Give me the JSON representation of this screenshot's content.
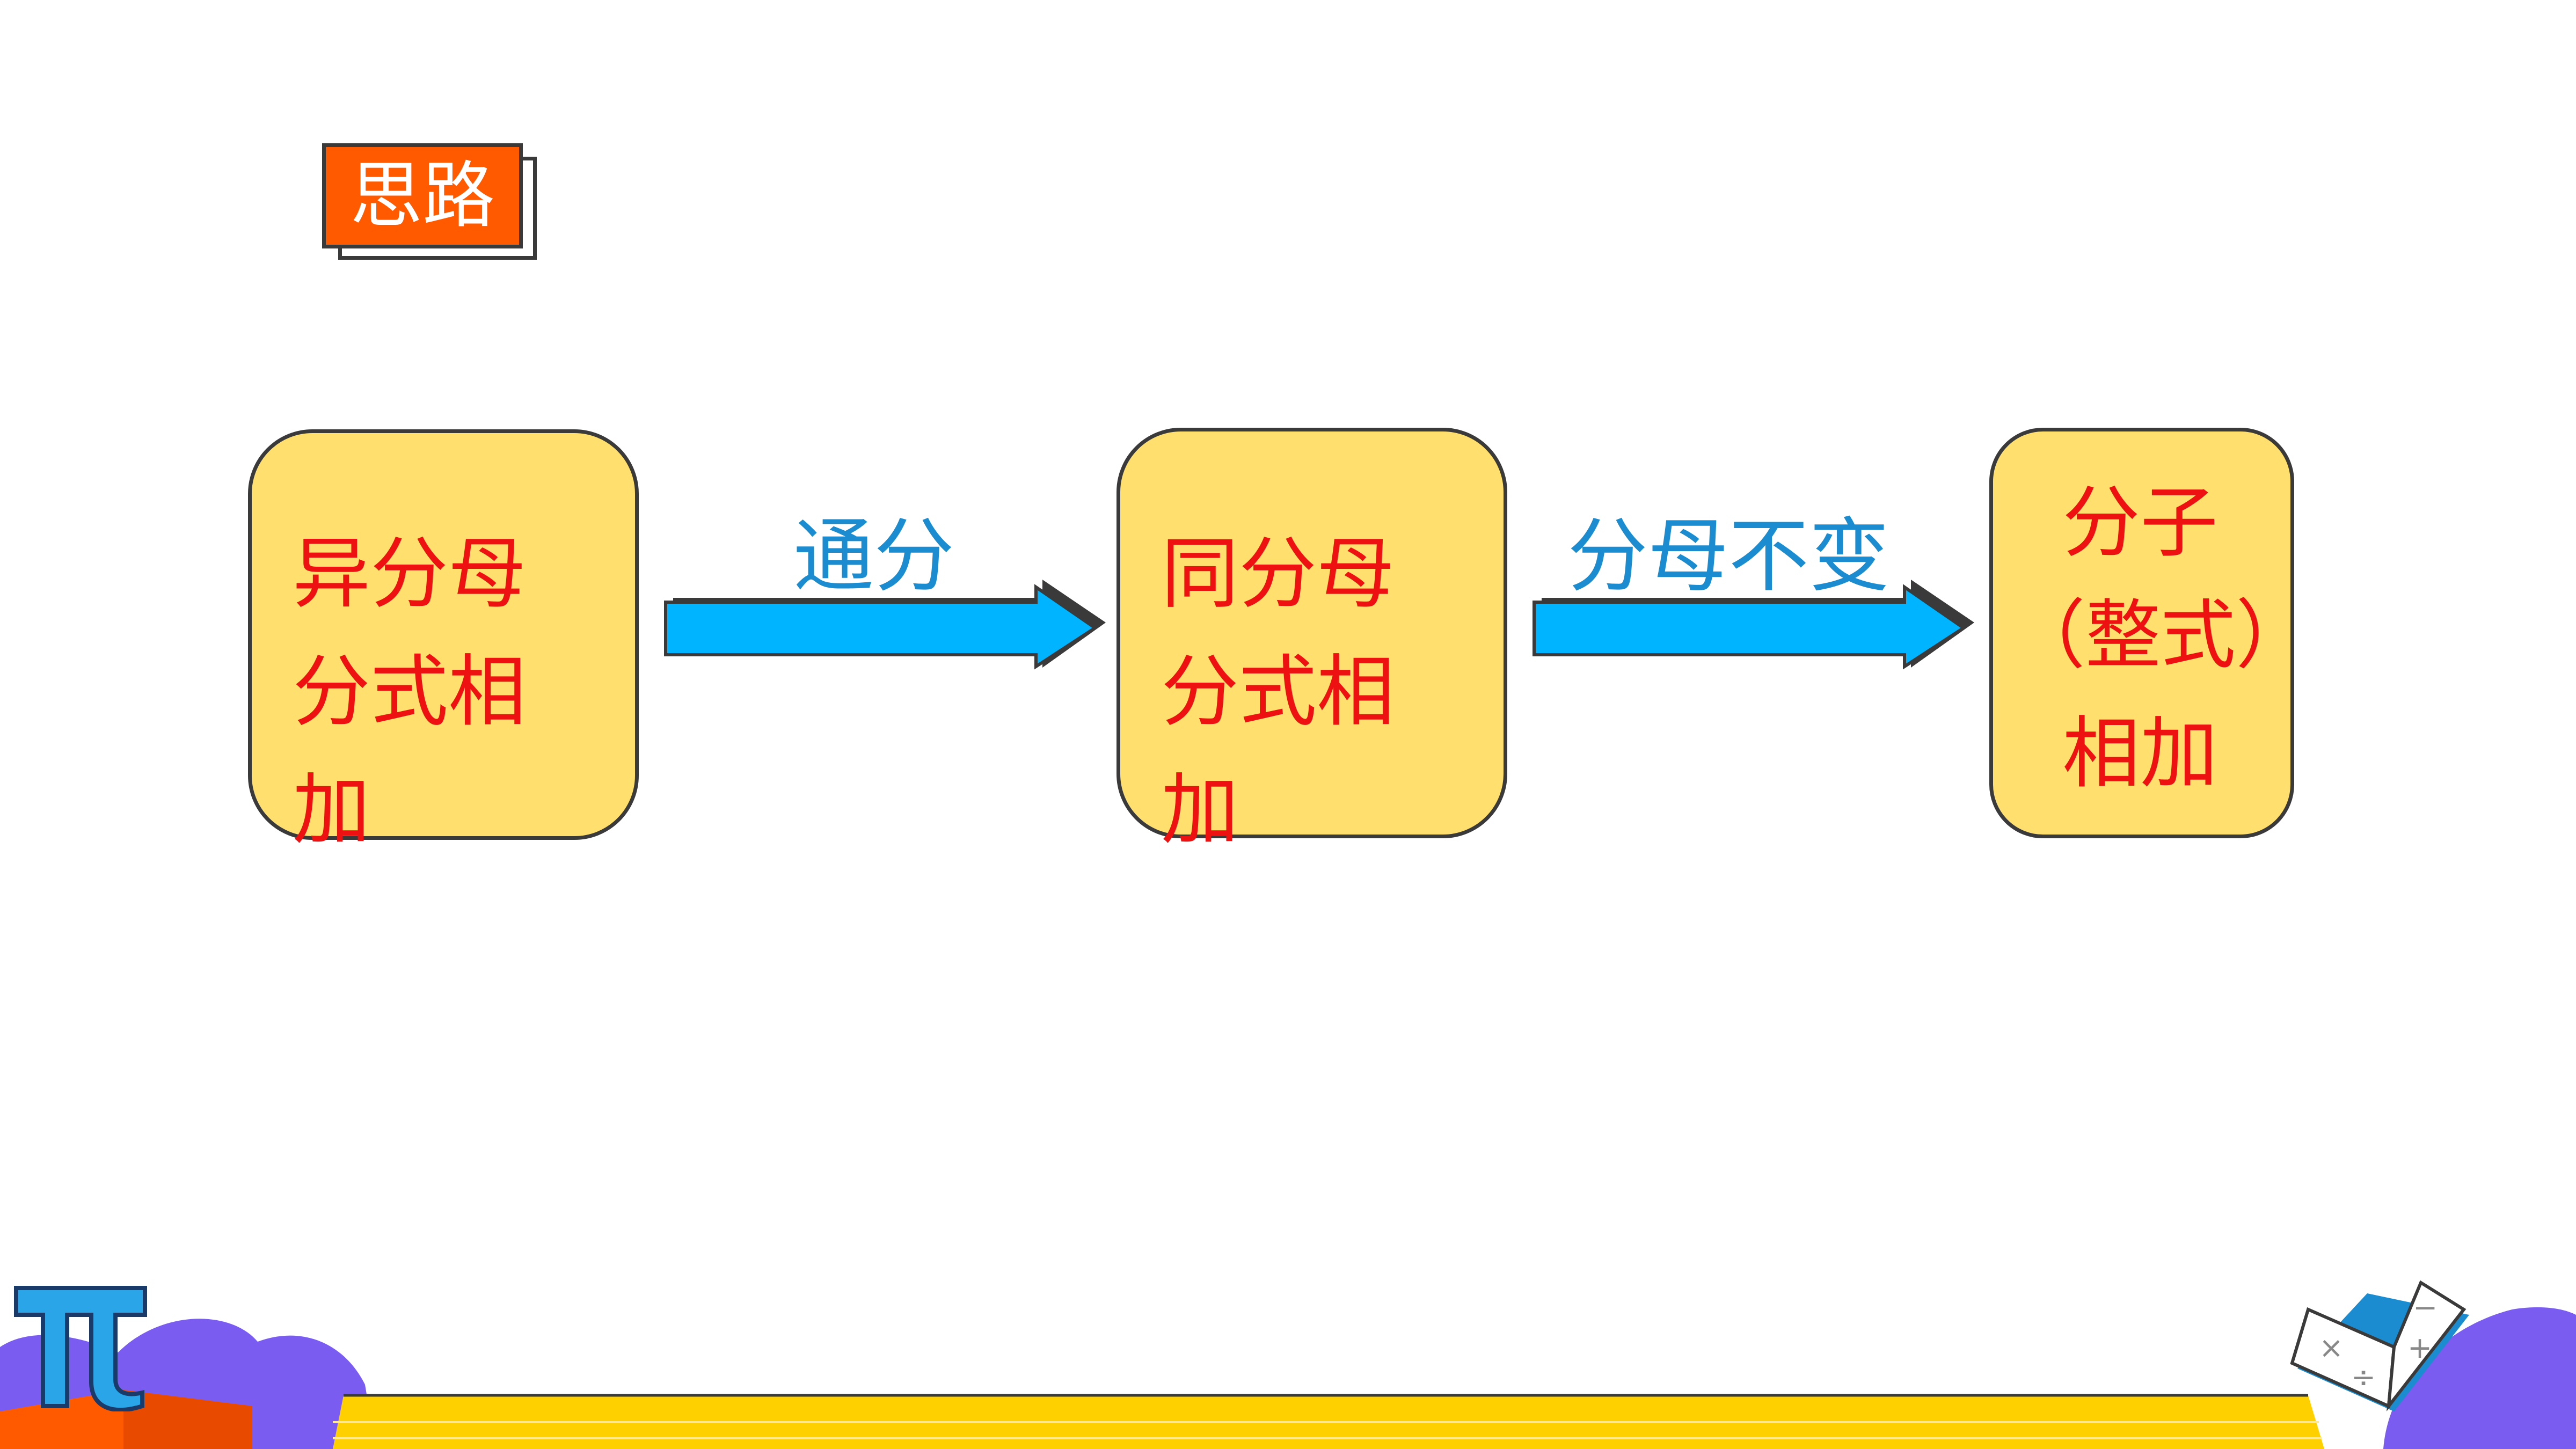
{
  "title": "思路",
  "steps": [
    {
      "lines": [
        "异分母",
        "分式相",
        "加"
      ]
    },
    {
      "lines": [
        "同分母",
        "分式相",
        "加"
      ]
    },
    {
      "lines": [
        "分子",
        "（整式）",
        "相加"
      ]
    }
  ],
  "arrows": [
    {
      "label": "通分"
    },
    {
      "label": "分母不变"
    }
  ],
  "colors": {
    "badge": "#ff5a00",
    "box_fill": "#ffdf6e",
    "box_text": "#ee1111",
    "arrow_fill": "#00b4ff",
    "arrow_label": "#1a8ccf",
    "footer_band": "#ffd000",
    "decor_purple": "#7b5cf0",
    "pi_icon": "#2aa6e8"
  },
  "decor_icons": [
    "pi-icon",
    "open-book-icon"
  ]
}
